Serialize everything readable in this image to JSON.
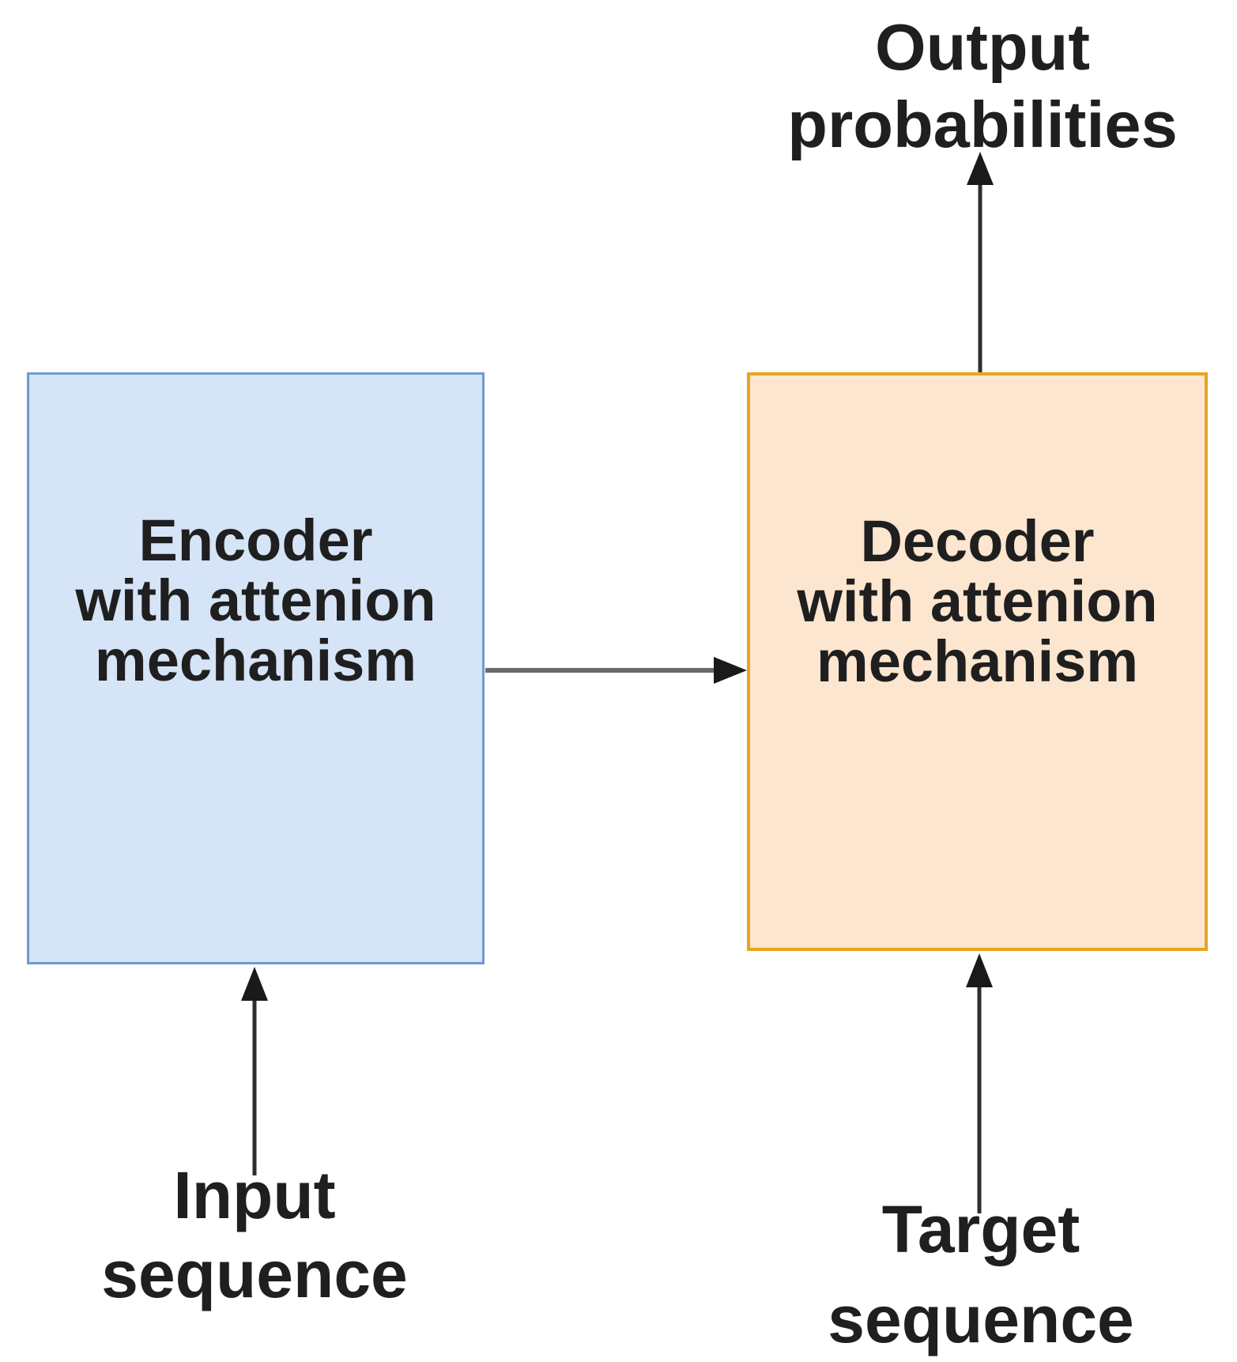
{
  "encoder": {
    "label": "Encoder\nwith attenion\nmechanism",
    "fill_color": "#d5e4f6",
    "border_color": "#6d9bd0"
  },
  "decoder": {
    "label": "Decoder\nwith attenion\nmechanism",
    "fill_color": "#fce6cf",
    "border_color": "#e9a41e"
  },
  "labels": {
    "output": "Output\nprobabilities",
    "input": "Input\nsequence",
    "target": "Target\nsequence"
  },
  "arrows": {
    "encoder_to_decoder": {
      "direction": "right",
      "line_color": "#6a6a6a",
      "head_color": "#1a1a1a"
    },
    "decoder_to_output": {
      "direction": "up",
      "line_color": "#2e2e2e",
      "head_color": "#1a1a1a"
    },
    "input_to_encoder": {
      "direction": "up",
      "line_color": "#2e2e2e",
      "head_color": "#1a1a1a"
    },
    "target_to_decoder": {
      "direction": "up",
      "line_color": "#2e2e2e",
      "head_color": "#1a1a1a"
    }
  },
  "text_color": "#1f1f1f",
  "background_color": "#ffffff"
}
